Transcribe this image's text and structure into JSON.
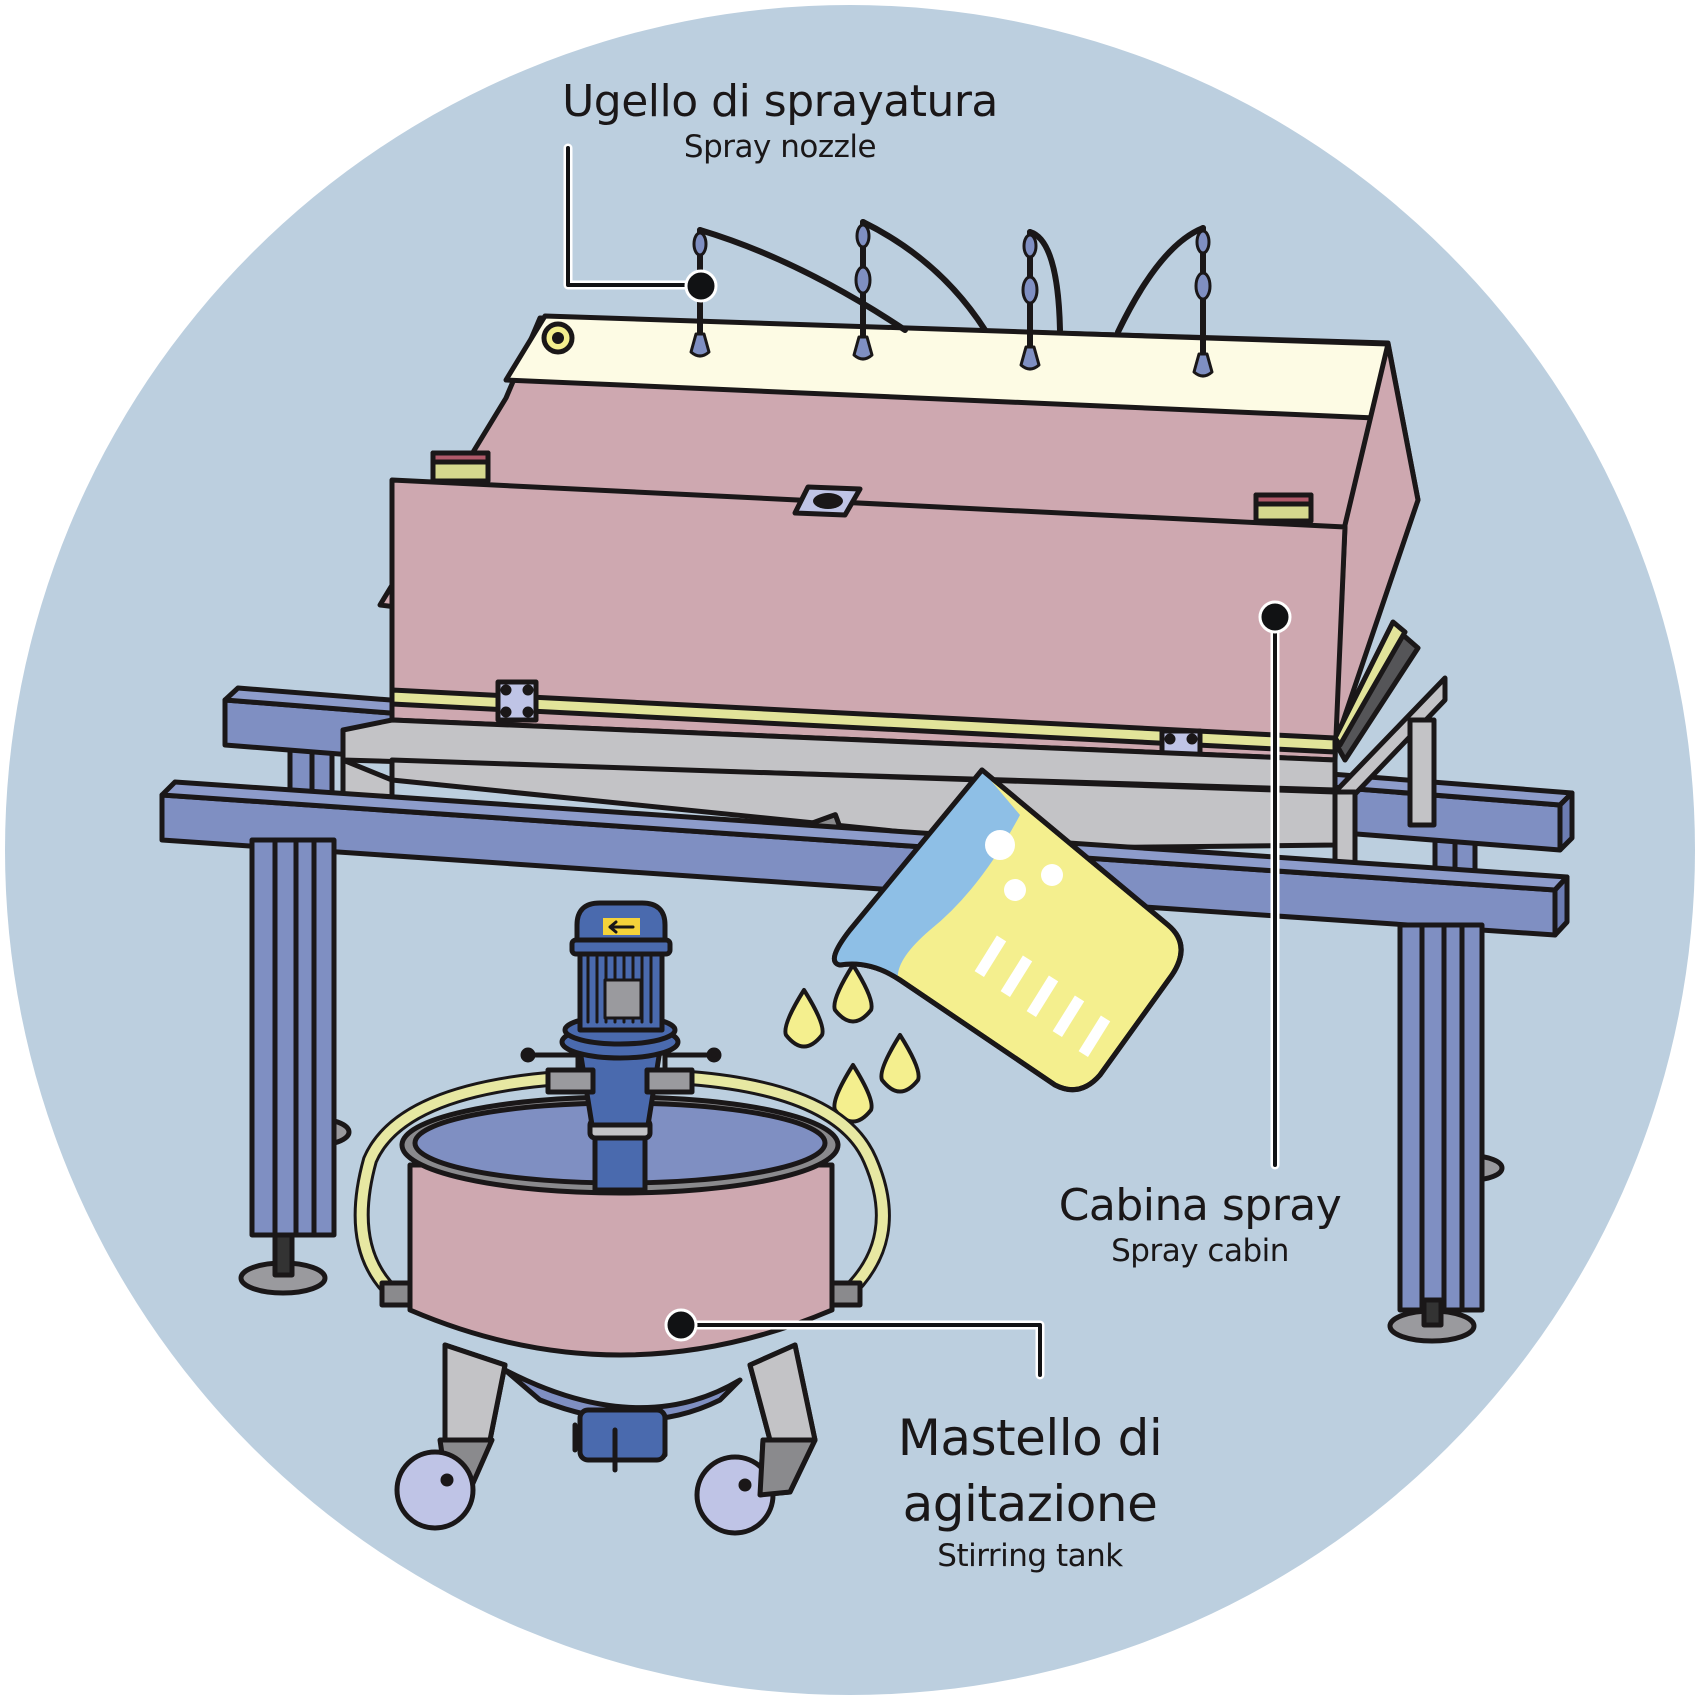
{
  "figure": {
    "type": "labeled technical illustration",
    "background_color": "#ffffff",
    "disc_color": "#bccfdf"
  },
  "labels": {
    "spray_nozzle": {
      "it": "Ugello di sprayatura",
      "en": "Spray nozzle"
    },
    "spray_cabin": {
      "it": "Cabina spray",
      "en": "Spray cabin"
    },
    "stirring_tank": {
      "it_line1": "Mastello di",
      "it_line2": "agitazione",
      "en": "Stirring tank"
    }
  },
  "colors": {
    "outline": "#1a1718",
    "cabin_pink": "#cea8b0",
    "cabin_top_cream": "#fdfbe4",
    "frame_blue": "#7f8fc2",
    "tray_gray": "#c3c3c6",
    "gasket_yellow": "#e2e49a",
    "motor_blue": "#4a6aae",
    "liquid_blue": "#8ebfe6",
    "liquid_yellow": "#f4ef8e",
    "hose_yellow": "#e7e8a2",
    "wheel_lilac": "#bfc4e6",
    "callout_dot": "#111214"
  },
  "components": {
    "nozzle_count": 4,
    "droplet_count": 4,
    "beaker_scale_marks": 5
  }
}
